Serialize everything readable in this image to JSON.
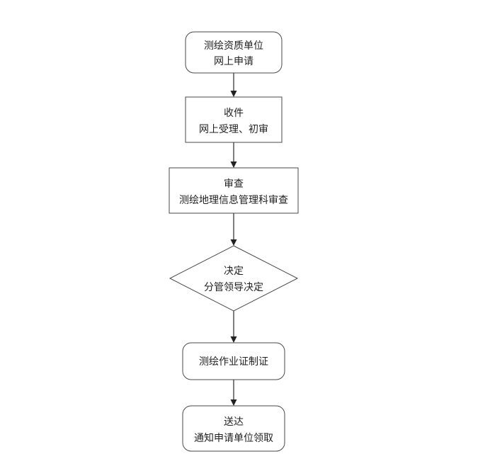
{
  "flowchart": {
    "steps": [
      {
        "shape": "rounded-rectangle",
        "line1": "测绘资质单位",
        "line2": "网上申请"
      },
      {
        "shape": "rectangle",
        "line1": "收件",
        "line2": "网上受理、初审"
      },
      {
        "shape": "rectangle",
        "line1": "审查",
        "line2": "测绘地理信息管理科审查"
      },
      {
        "shape": "diamond",
        "line1": "决定",
        "line2": "分管领导决定"
      },
      {
        "shape": "rounded-rectangle",
        "line1": "测绘作业证制证",
        "line2": ""
      },
      {
        "shape": "rounded-rectangle",
        "line1": "送达",
        "line2": "通知申请单位领取"
      }
    ],
    "colors": {
      "stroke": "#4a4a4a",
      "fill": "#ffffff",
      "text": "#222222",
      "connector": "#3a3a3a"
    }
  }
}
